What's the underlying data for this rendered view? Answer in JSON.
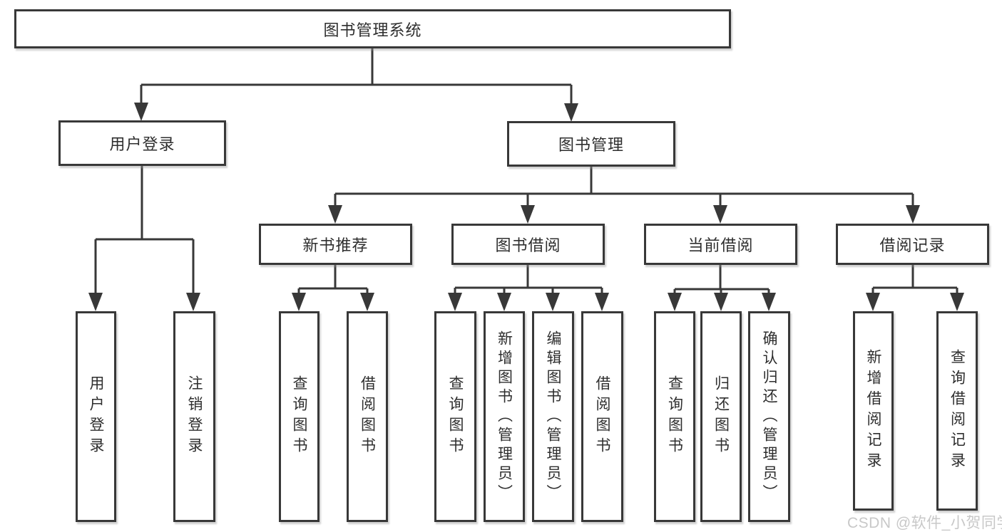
{
  "diagram_type": "functional-structure-tree",
  "tree": {
    "label": "图书管理系统",
    "children": [
      {
        "label": "用户登录",
        "children": [
          {
            "label": "用户登录"
          },
          {
            "label": "注销登录"
          }
        ]
      },
      {
        "label": "图书管理",
        "children": [
          {
            "label": "新书推荐",
            "children": [
              {
                "label": "查询图书"
              },
              {
                "label": "借阅图书"
              }
            ]
          },
          {
            "label": "图书借阅",
            "children": [
              {
                "label": "查询图书"
              },
              {
                "label": "新增图书（管理员）"
              },
              {
                "label": "编辑图书（管理员）"
              },
              {
                "label": "借阅图书"
              }
            ]
          },
          {
            "label": "当前借阅",
            "children": [
              {
                "label": "查询图书"
              },
              {
                "label": "归还图书"
              },
              {
                "label": "确认归还（管理员）"
              }
            ]
          },
          {
            "label": "借阅记录",
            "children": [
              {
                "label": "新增借阅记录"
              },
              {
                "label": "查询借阅记录"
              }
            ]
          }
        ]
      }
    ]
  },
  "watermark": "CSDN @软件_小贺同学",
  "colors": {
    "line": "#383838",
    "box_border": "#383838",
    "text": "#2e2e2e",
    "background": "#ffffff",
    "watermark": "#c5c5c5"
  }
}
